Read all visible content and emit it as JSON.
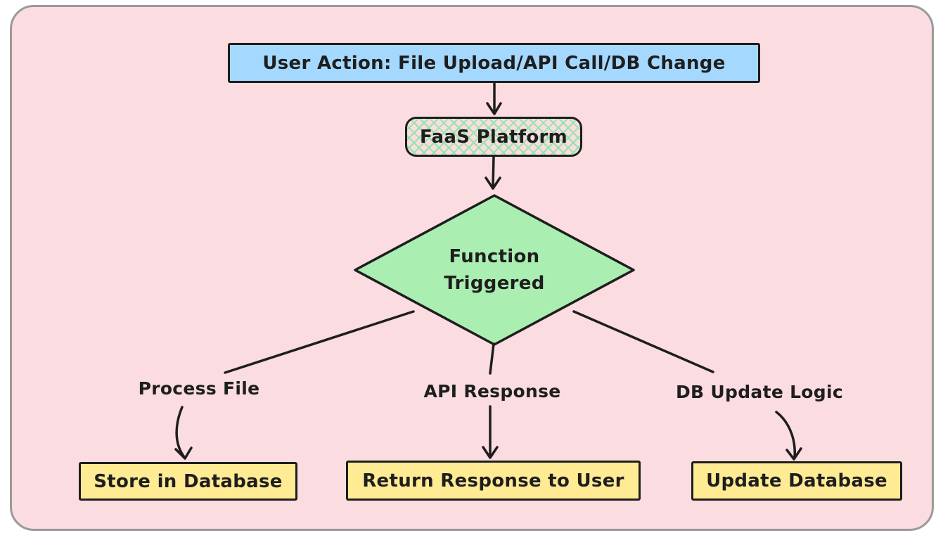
{
  "diagram": {
    "type": "flowchart",
    "nodes": {
      "user_action": {
        "label": "User Action: File Upload/API Call/DB Change",
        "shape": "rectangle",
        "fill": "#a5d8ff"
      },
      "faas_platform": {
        "label": "FaaS Platform",
        "shape": "rounded-rectangle",
        "fill": "crosshatch",
        "hatch_color": "#8fe6a9"
      },
      "function_triggered": {
        "label": "Function Triggered",
        "shape": "diamond",
        "fill": "#abeeb2"
      },
      "process_file": {
        "label": "Process File",
        "shape": "text"
      },
      "api_response": {
        "label": "API Response",
        "shape": "text"
      },
      "db_update_logic": {
        "label": "DB Update Logic",
        "shape": "text"
      },
      "store_in_database": {
        "label": "Store in Database",
        "shape": "rectangle",
        "fill": "#ffeb94"
      },
      "return_response_to_user": {
        "label": "Return Response to User",
        "shape": "rectangle",
        "fill": "#ffeb94"
      },
      "update_database": {
        "label": "Update Database",
        "shape": "rectangle",
        "fill": "#ffeb94"
      }
    },
    "edges": [
      {
        "from": "user_action",
        "to": "faas_platform",
        "arrow": true
      },
      {
        "from": "faas_platform",
        "to": "function_triggered",
        "arrow": true
      },
      {
        "from": "function_triggered",
        "to": "process_file",
        "arrow": false
      },
      {
        "from": "function_triggered",
        "to": "api_response",
        "arrow": false
      },
      {
        "from": "function_triggered",
        "to": "db_update_logic",
        "arrow": false
      },
      {
        "from": "process_file",
        "to": "store_in_database",
        "arrow": true
      },
      {
        "from": "api_response",
        "to": "return_response_to_user",
        "arrow": true
      },
      {
        "from": "db_update_logic",
        "to": "update_database",
        "arrow": true
      }
    ],
    "colors": {
      "page_background": "#ffffff",
      "frame_fill": "#fbdce0",
      "frame_border": "#9a9a9a",
      "stroke": "#1e1e1e",
      "text": "#1e1e1e",
      "blue_fill": "#a5d8ff",
      "green_fill": "#abeeb2",
      "yellow_fill": "#ffeb94",
      "hatch_green": "#8fe6a9"
    }
  }
}
